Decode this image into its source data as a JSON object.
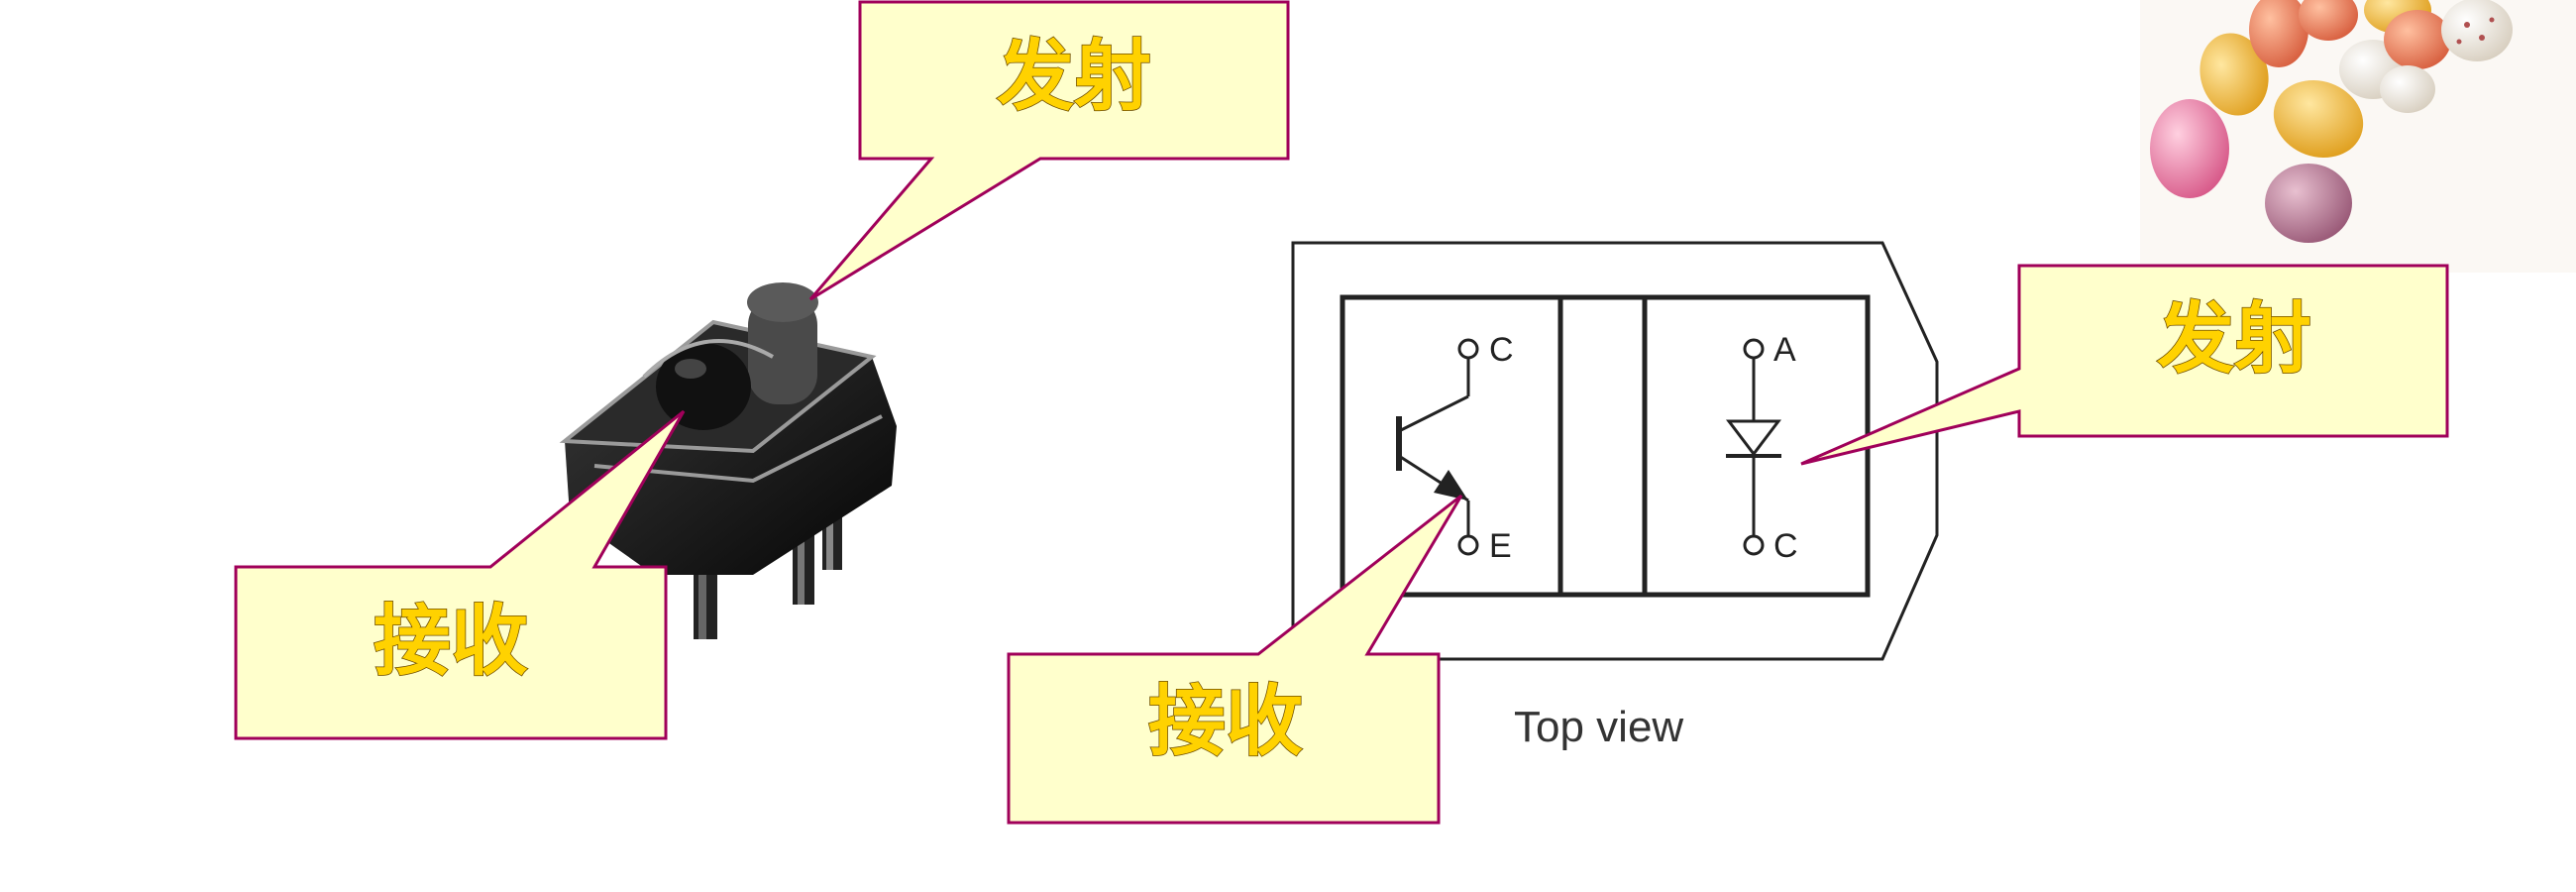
{
  "callouts": {
    "top_emit": "发射",
    "left_receive": "接收",
    "right_emit": "发射",
    "bottom_receive": "接收"
  },
  "schematic": {
    "pins": {
      "collector": "C",
      "emitter": "E",
      "anode": "A",
      "cathode": "C"
    },
    "caption": "Top view"
  },
  "colors": {
    "callout_fill": "#ffffcc",
    "callout_border": "#a0005a",
    "callout_text": "#ffd200"
  },
  "icons": {
    "sensor_photo": "reflective-optical-sensor",
    "transistor_symbol": "phototransistor-icon",
    "diode_symbol": "led-diode-icon",
    "decor": "candy-eggs-decoration"
  }
}
